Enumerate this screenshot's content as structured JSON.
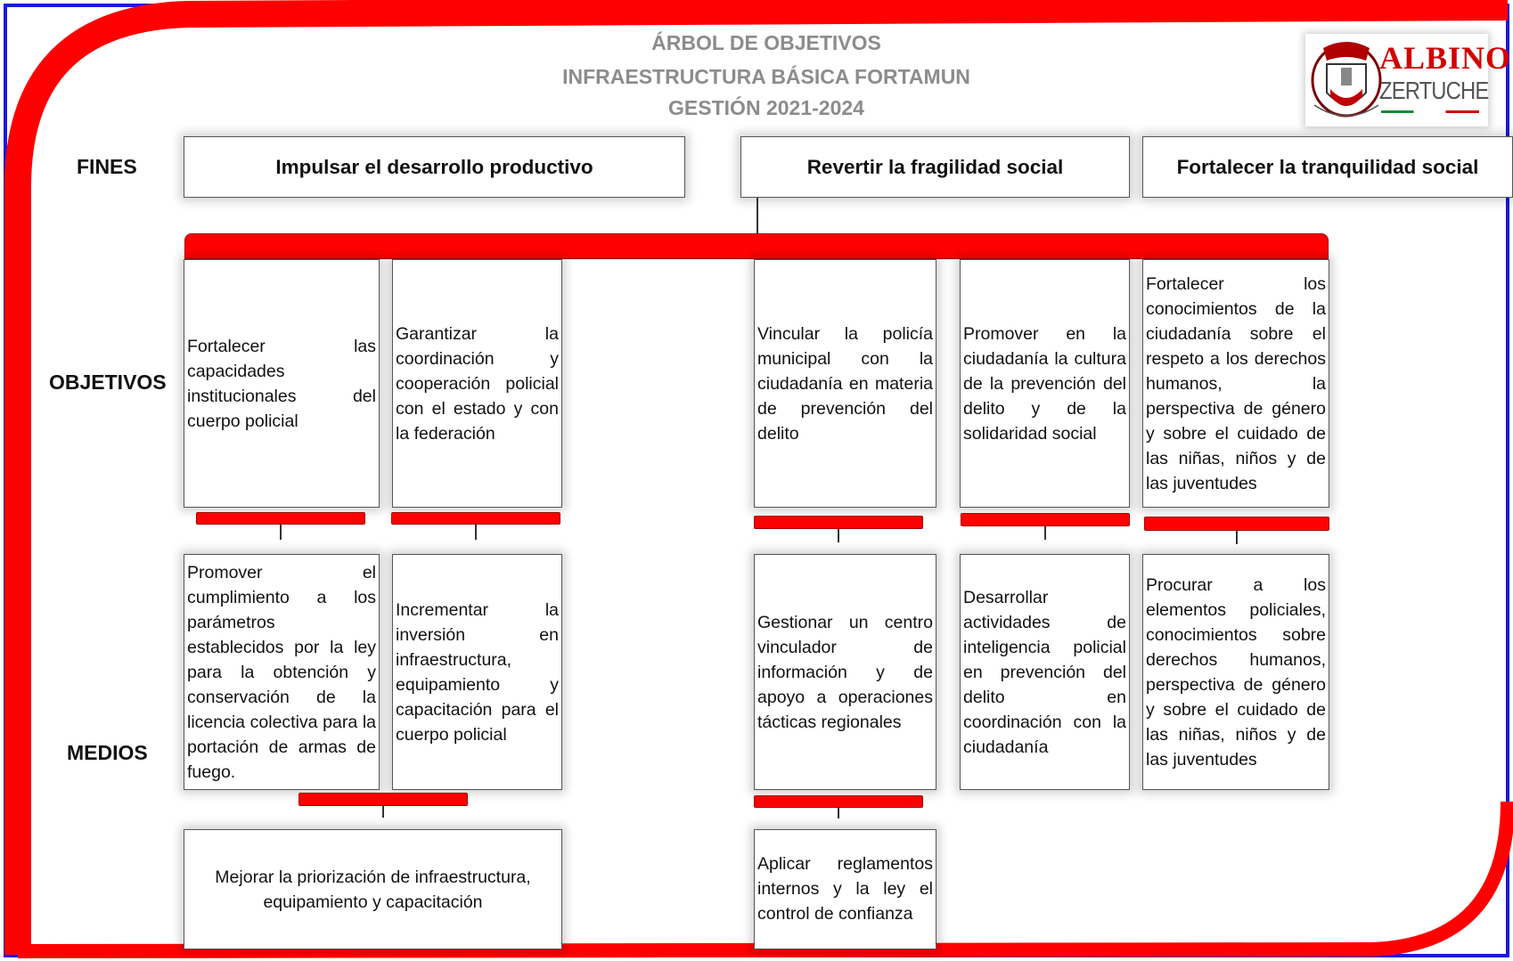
{
  "header": {
    "title_line1": "ÁRBOL DE OBJETIVOS",
    "title_line2": "INFRAESTRUCTURA BÁSICA FORTAMUN",
    "title_line3": "GESTIÓN 2021-2024"
  },
  "logo": {
    "name_top": "ALBINO",
    "name_bottom": "ZERTUCHE"
  },
  "row_labels": {
    "fines": "FINES",
    "objetivos": "OBJETIVOS",
    "medios": "MEDIOS"
  },
  "fines": [
    "Impulsar el desarrollo productivo",
    "Revertir la fragilidad social",
    "Fortalecer la tranquilidad social"
  ],
  "objetivos": [
    "Fortalecer las capacidades institucionales del cuerpo policial",
    "Garantizar la coordinación y cooperación policial con el estado y con la federación",
    "Vincular la policía municipal con la ciudadanía en materia de prevención del delito",
    "Promover en la ciudadanía la cultura de la prevención del delito y de la solidaridad social",
    "Fortalecer los conocimientos de la ciudadanía sobre el respeto a los derechos humanos, la perspectiva de género y sobre el cuidado de las niñas, niños y de las juventudes"
  ],
  "medios": [
    "Promover el cumplimiento a los parámetros establecidos por la ley para la obtención y conservación de la licencia colectiva para la portación de armas de fuego.",
    "Incrementar la inversión en infraestructura, equipamiento y capacitación para el cuerpo policial",
    "Gestionar un centro vinculador de información y de apoyo a operaciones tácticas regionales",
    "Desarrollar actividades de inteligencia policial en prevención del delito en coordinación con la ciudadanía",
    "Procurar a los elementos policiales, conocimientos sobre derechos humanos, perspectiva de género y sobre el cuidado de las niñas, niños y de las juventudes"
  ],
  "medios_inferiores": [
    "Mejorar la priorización de infraestructura, equipamiento y capacitación",
    "Aplicar reglamentos internos y la ley el control de confianza"
  ],
  "colors": {
    "accent_red": "#ff0000",
    "frame_blue": "#1a1adc",
    "title_gray": "#8c8c8c"
  }
}
